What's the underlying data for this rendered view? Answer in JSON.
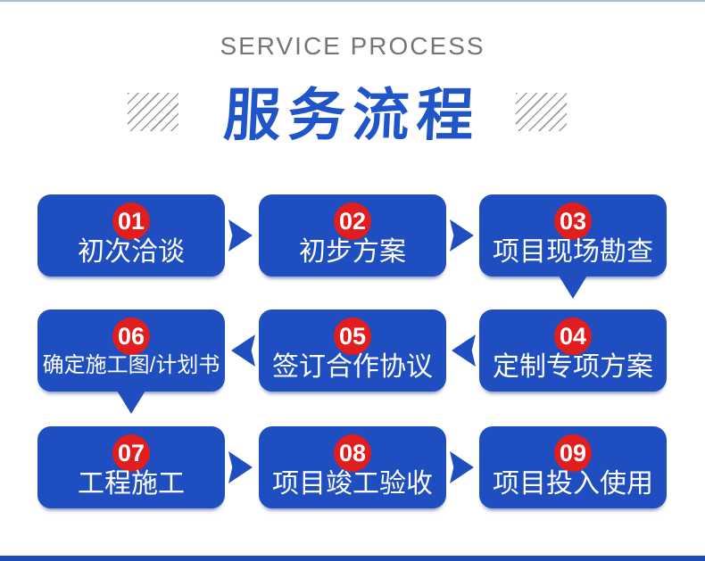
{
  "header": {
    "subtitle": "SERVICE PROCESS",
    "title": "服务流程"
  },
  "colors": {
    "box_blue": "#1e4ec0",
    "badge_red": "#e11d1d",
    "title_blue": "#1f55c9",
    "subtitle_gray": "#757575",
    "bottom_bar_blue": "#1d4cb8",
    "top_line_blue": "#a9bedd"
  },
  "steps": [
    {
      "num": "01",
      "label": "初次洽谈",
      "arrow": "right"
    },
    {
      "num": "02",
      "label": "初步方案",
      "arrow": "right"
    },
    {
      "num": "03",
      "label": "项目现场勘查",
      "arrow": "down"
    },
    {
      "num": "06",
      "label": "确定施工图/计划书",
      "arrow": "down"
    },
    {
      "num": "05",
      "label": "签订合作协议",
      "arrow": "left"
    },
    {
      "num": "04",
      "label": "定制专项方案",
      "arrow": "left"
    },
    {
      "num": "07",
      "label": "工程施工",
      "arrow": "right"
    },
    {
      "num": "08",
      "label": "项目竣工验收",
      "arrow": "right"
    },
    {
      "num": "09",
      "label": "项目投入使用",
      "arrow": "none"
    }
  ]
}
